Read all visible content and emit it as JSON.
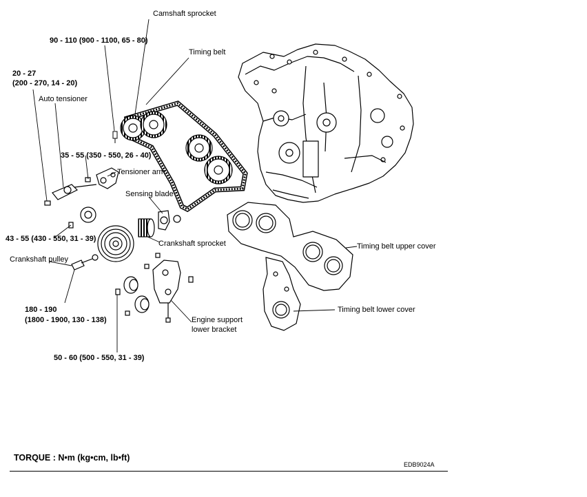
{
  "labels": {
    "camshaft_sprocket": "Camshaft sprocket",
    "torque_camshaft": "90 - 110 (900 - 1100, 65 - 80)",
    "timing_belt": "Timing belt",
    "torque_tensioner_l1": "20 - 27",
    "torque_tensioner_l2": "(200 - 270, 14 - 20)",
    "auto_tensioner": "Auto tensioner",
    "torque_arm": "35 - 55 (350 - 550, 26 - 40)",
    "tensioner_arm": "Tensioner arm",
    "sensing_blade": "Sensing blade",
    "torque_idler": "43 - 55 (430 - 550, 31 - 39)",
    "crankshaft_sprocket": "Crankshaft sprocket",
    "crankshaft_pulley": "Crankshaft pulley",
    "timing_belt_upper_cover": "Timing belt upper cover",
    "timing_belt_lower_cover": "Timing belt lower cover",
    "torque_crank_l1": "180 - 190",
    "torque_crank_l2": "(1800 - 1900, 130 - 138)",
    "engine_support_l1": "Engine support",
    "engine_support_l2": "lower bracket",
    "torque_bracket": "50 - 60 (500 - 550, 31 - 39)"
  },
  "footer": {
    "torque_unit": "TORQUE : N•m (kg•cm, lb•ft)",
    "figure_code": "EDB9024A"
  }
}
